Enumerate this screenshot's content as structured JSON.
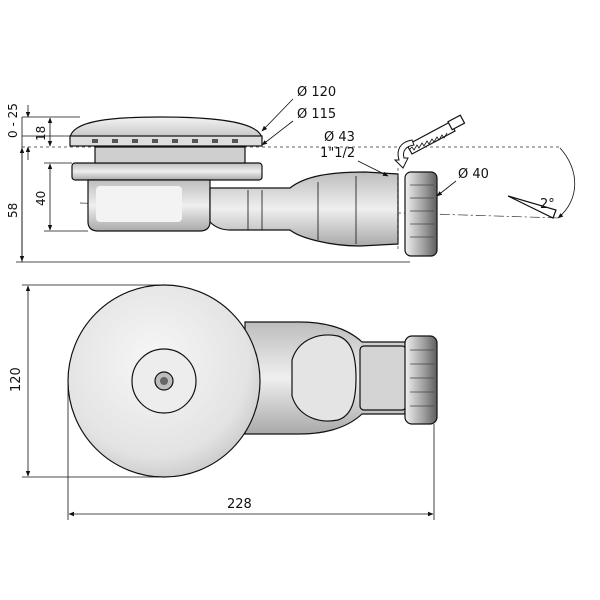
{
  "dimensions": {
    "adjust_range": "0 - 25",
    "grate_height": "18",
    "body_height": "40",
    "total_height": "58",
    "grate_diameter": "Ø 120",
    "body_diameter": "Ø 115",
    "outlet_diameter": "Ø 43",
    "thread_size": "1\"1/2",
    "pipe_diameter": "Ø 40",
    "slope": "2°",
    "top_view_height": "120",
    "top_view_length": "228"
  },
  "colors": {
    "line": "#111111",
    "fill_light": "#e6e6e6",
    "fill_mid": "#cfcfcf",
    "fill_dark": "#9a9a9a"
  }
}
